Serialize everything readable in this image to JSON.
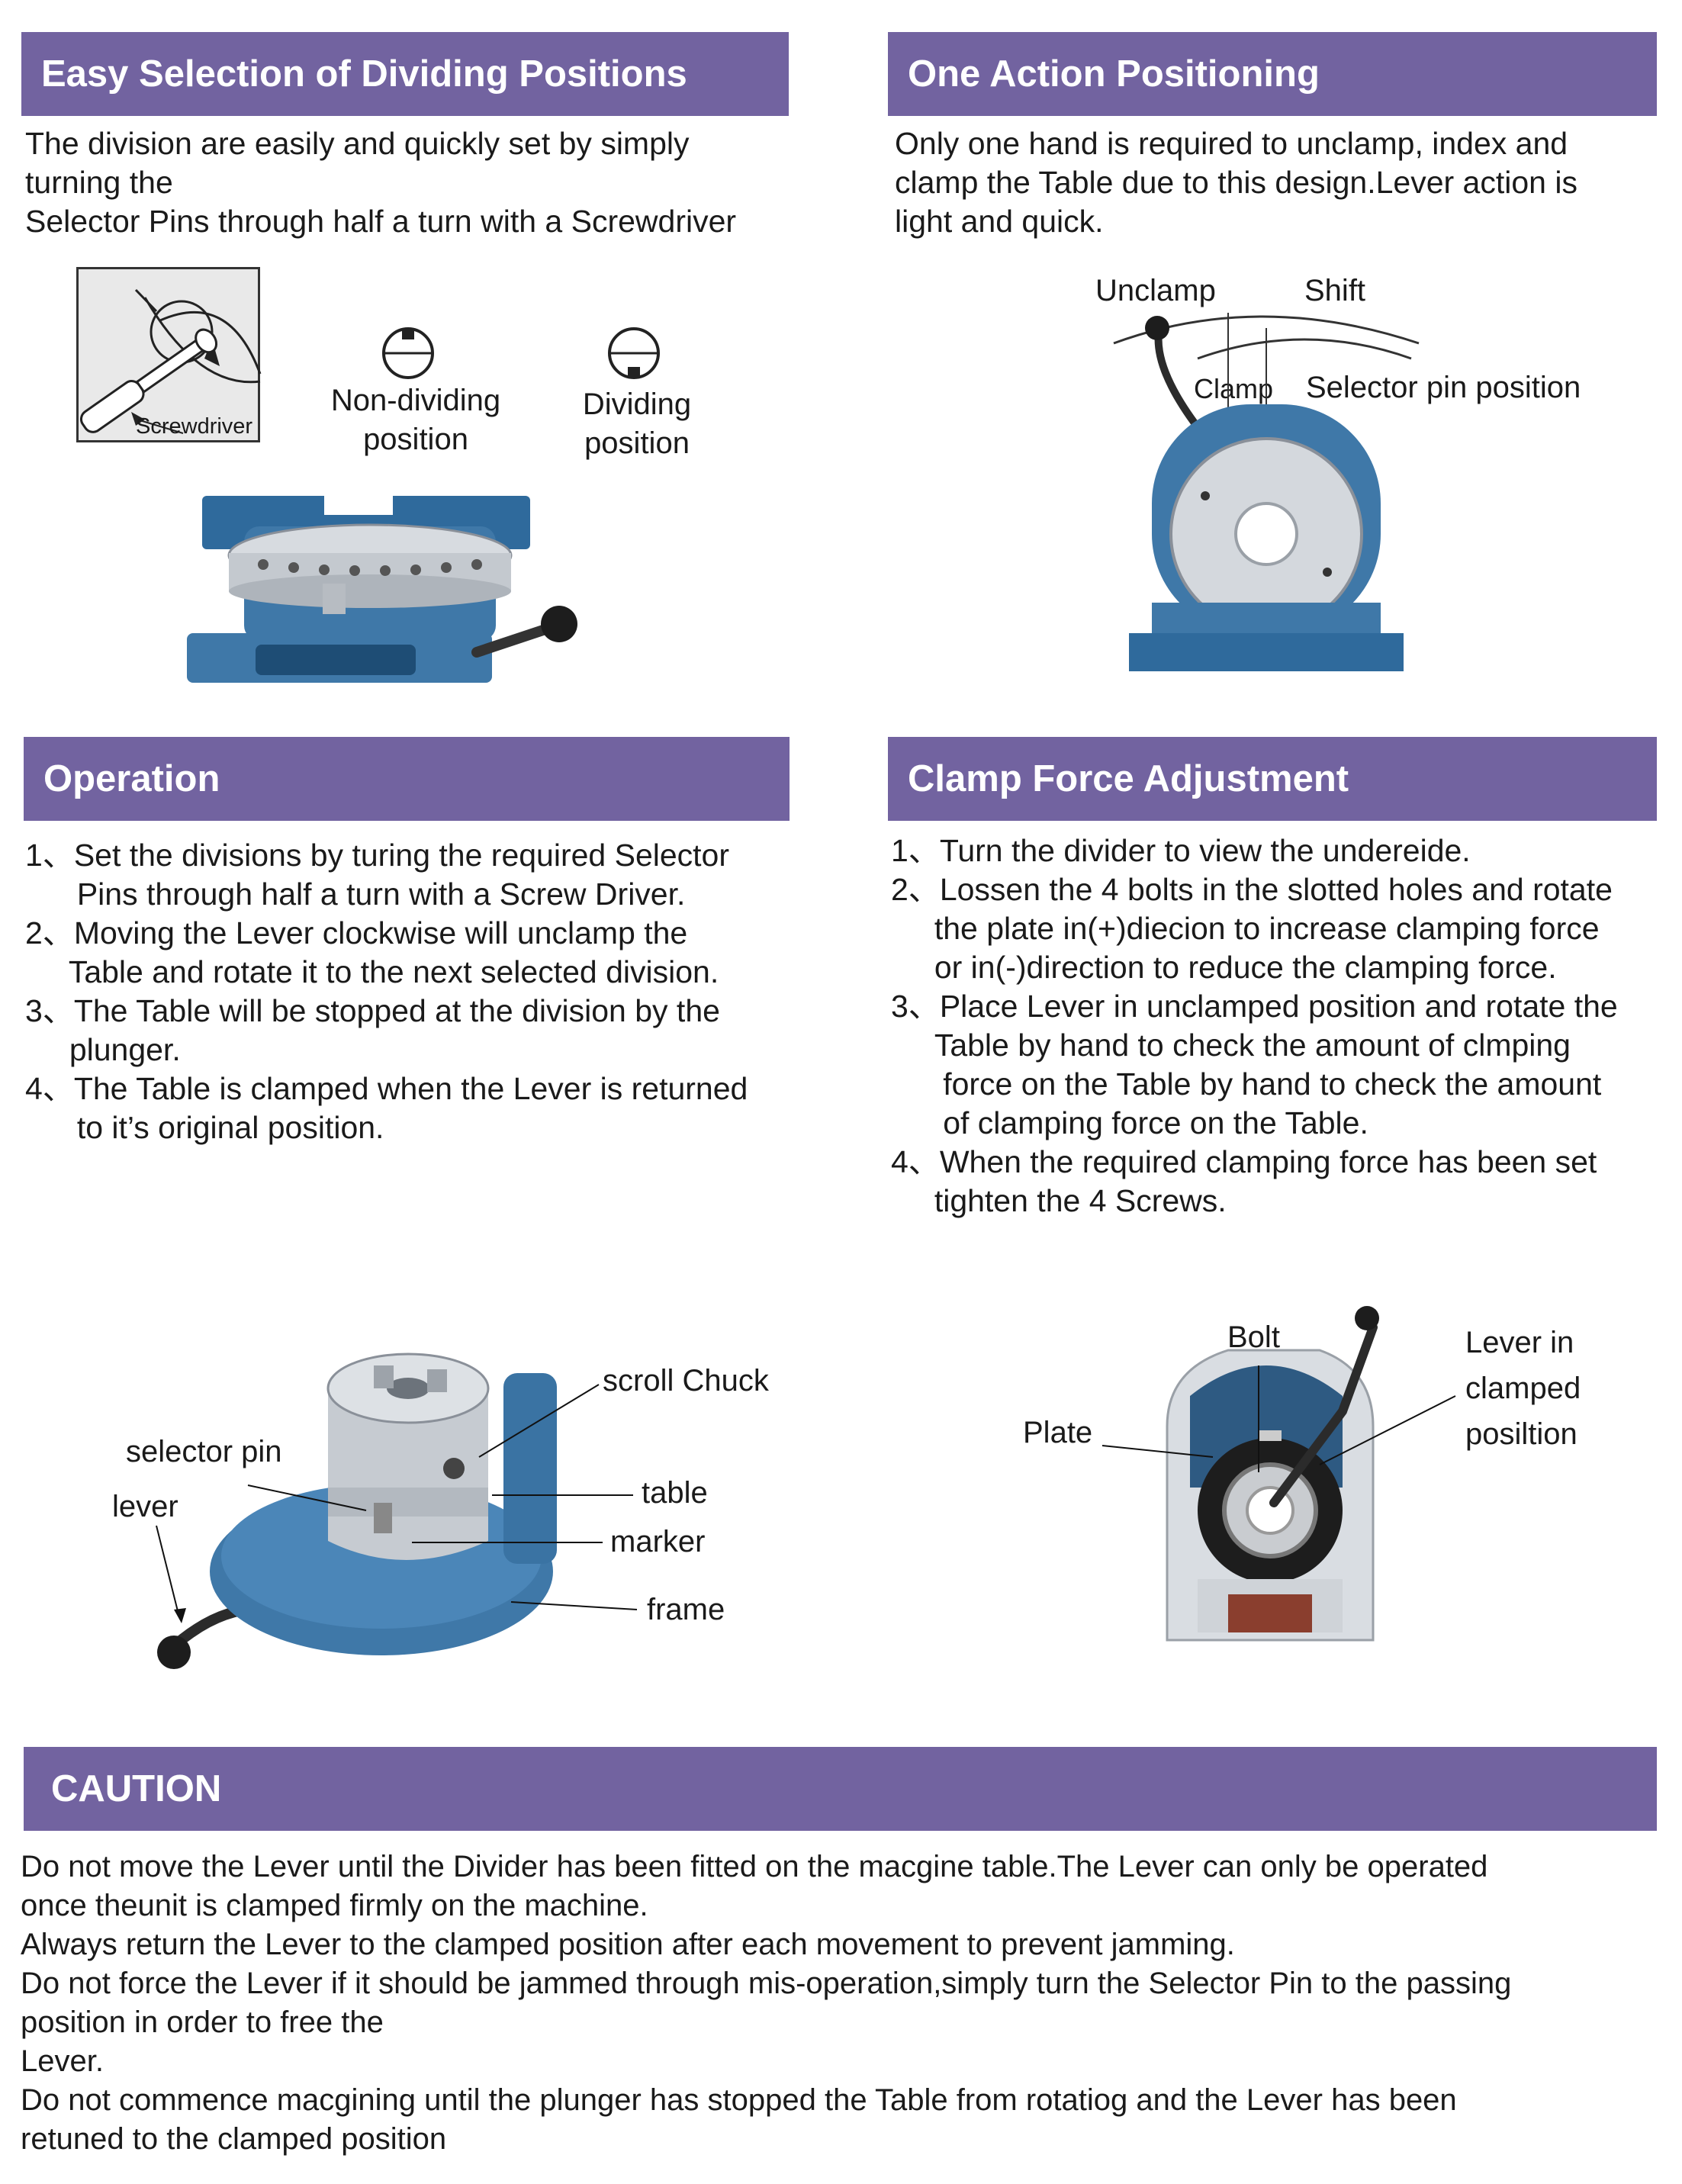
{
  "sections": {
    "easy_selection": {
      "title": "Easy Selection of Dividing Positions",
      "body": "The division are easily and quickly set by simply\nturning the\nSelector Pins through half a turn with a Screwdriver",
      "labels": {
        "screwdriver": "Screwdriver",
        "non_dividing_line1": "Non-dividing",
        "non_dividing_line2": "position",
        "dividing_line1": "Dividing",
        "dividing_line2": "position"
      }
    },
    "one_action": {
      "title": "One Action Positioning",
      "body": "Only one hand is required to unclamp, index and\nclamp the Table due to this design.Lever action is\nlight and quick.",
      "labels": {
        "unclamp": "Unclamp",
        "shift": "Shift",
        "clamp": "Clamp",
        "selector_pin_position": "Selector pin position"
      }
    },
    "operation": {
      "title": "Operation",
      "steps": [
        {
          "num": "1、",
          "line1": "Set the divisions by turing the required Selector",
          "line2": "Pins through half a turn with a Screw Driver."
        },
        {
          "num": "2、",
          "line1": "Moving the Lever clockwise will unclamp the",
          "line2": "Table and rotate it to the next selected division."
        },
        {
          "num": "3、",
          "line1": "The Table will be stopped at the division by the",
          "line2": "plunger."
        },
        {
          "num": "4、",
          "line1": "The Table is clamped when the Lever is returned",
          "line2": "to it’s original position."
        }
      ],
      "labels": {
        "scroll_chuck": "scroll Chuck",
        "selector_pin": "selector pin",
        "lever": "lever",
        "table": "table",
        "marker": "marker",
        "frame": "frame"
      }
    },
    "clamp_force": {
      "title": "Clamp Force Adjustment",
      "steps": [
        {
          "num": "1、",
          "lines": [
            "Turn the divider to view the undereide."
          ]
        },
        {
          "num": "2、",
          "lines": [
            "Lossen the 4 bolts in the slotted holes and rotate",
            "the plate in(+)diecion to increase clamping force",
            "or in(-)direction to reduce the clamping force."
          ]
        },
        {
          "num": "3、",
          "lines": [
            "Place Lever in unclamped position and rotate the",
            "Table by hand to check the amount of clmping",
            " force on the Table by hand to check the amount",
            " of clamping force on the Table."
          ]
        },
        {
          "num": "4、",
          "lines": [
            "When the required clamping force has been set",
            "tighten the 4 Screws."
          ]
        }
      ],
      "labels": {
        "bolt": "Bolt",
        "plate": "Plate",
        "lever_in_line1": "Lever in",
        "lever_in_line2": "clamped",
        "lever_in_line3": "posiltion"
      }
    },
    "caution": {
      "title": "CAUTION",
      "lines": [
        "Do not move the Lever until the Divider has been fitted on the macgine table.The Lever can only be operated",
        "once theunit is clamped firmly on the machine.",
        "Always return the Lever to the clamped position after each movement to prevent jamming.",
        "Do not force the Lever if it should be jammed through mis-operation,simply turn the Selector Pin to the passing",
        "position in order to free the",
        "Lever.",
        "Do not commence macgining until the plunger has stopped the Table from rotatiog and the Lever has been",
        "retuned to the clamped position"
      ]
    }
  },
  "colors": {
    "header_bar": "#7263a0",
    "machine_blue": "#3f78a8",
    "steel": "#c9ccd0"
  }
}
